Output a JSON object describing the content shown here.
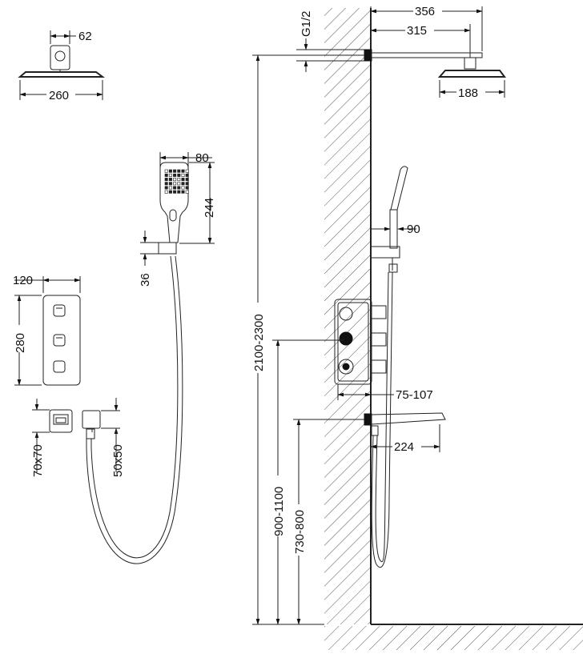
{
  "dimensions": {
    "head_mount_width": "62",
    "head_width": "260",
    "hand_shower_width": "80",
    "hand_shower_height": "244",
    "holder_height": "36",
    "panel_width": "120",
    "panel_height": "280",
    "outlet_size": "70x70",
    "connector_size": "50x50",
    "thread": "G1/2",
    "arm_total": "356",
    "arm_length": "315",
    "head_diameter": "188",
    "handle_depth": "90",
    "mixer_depth": "75-107",
    "spout_length": "224",
    "head_height": "2100-2300",
    "mixer_height": "900-1100",
    "spout_height": "730-800"
  }
}
